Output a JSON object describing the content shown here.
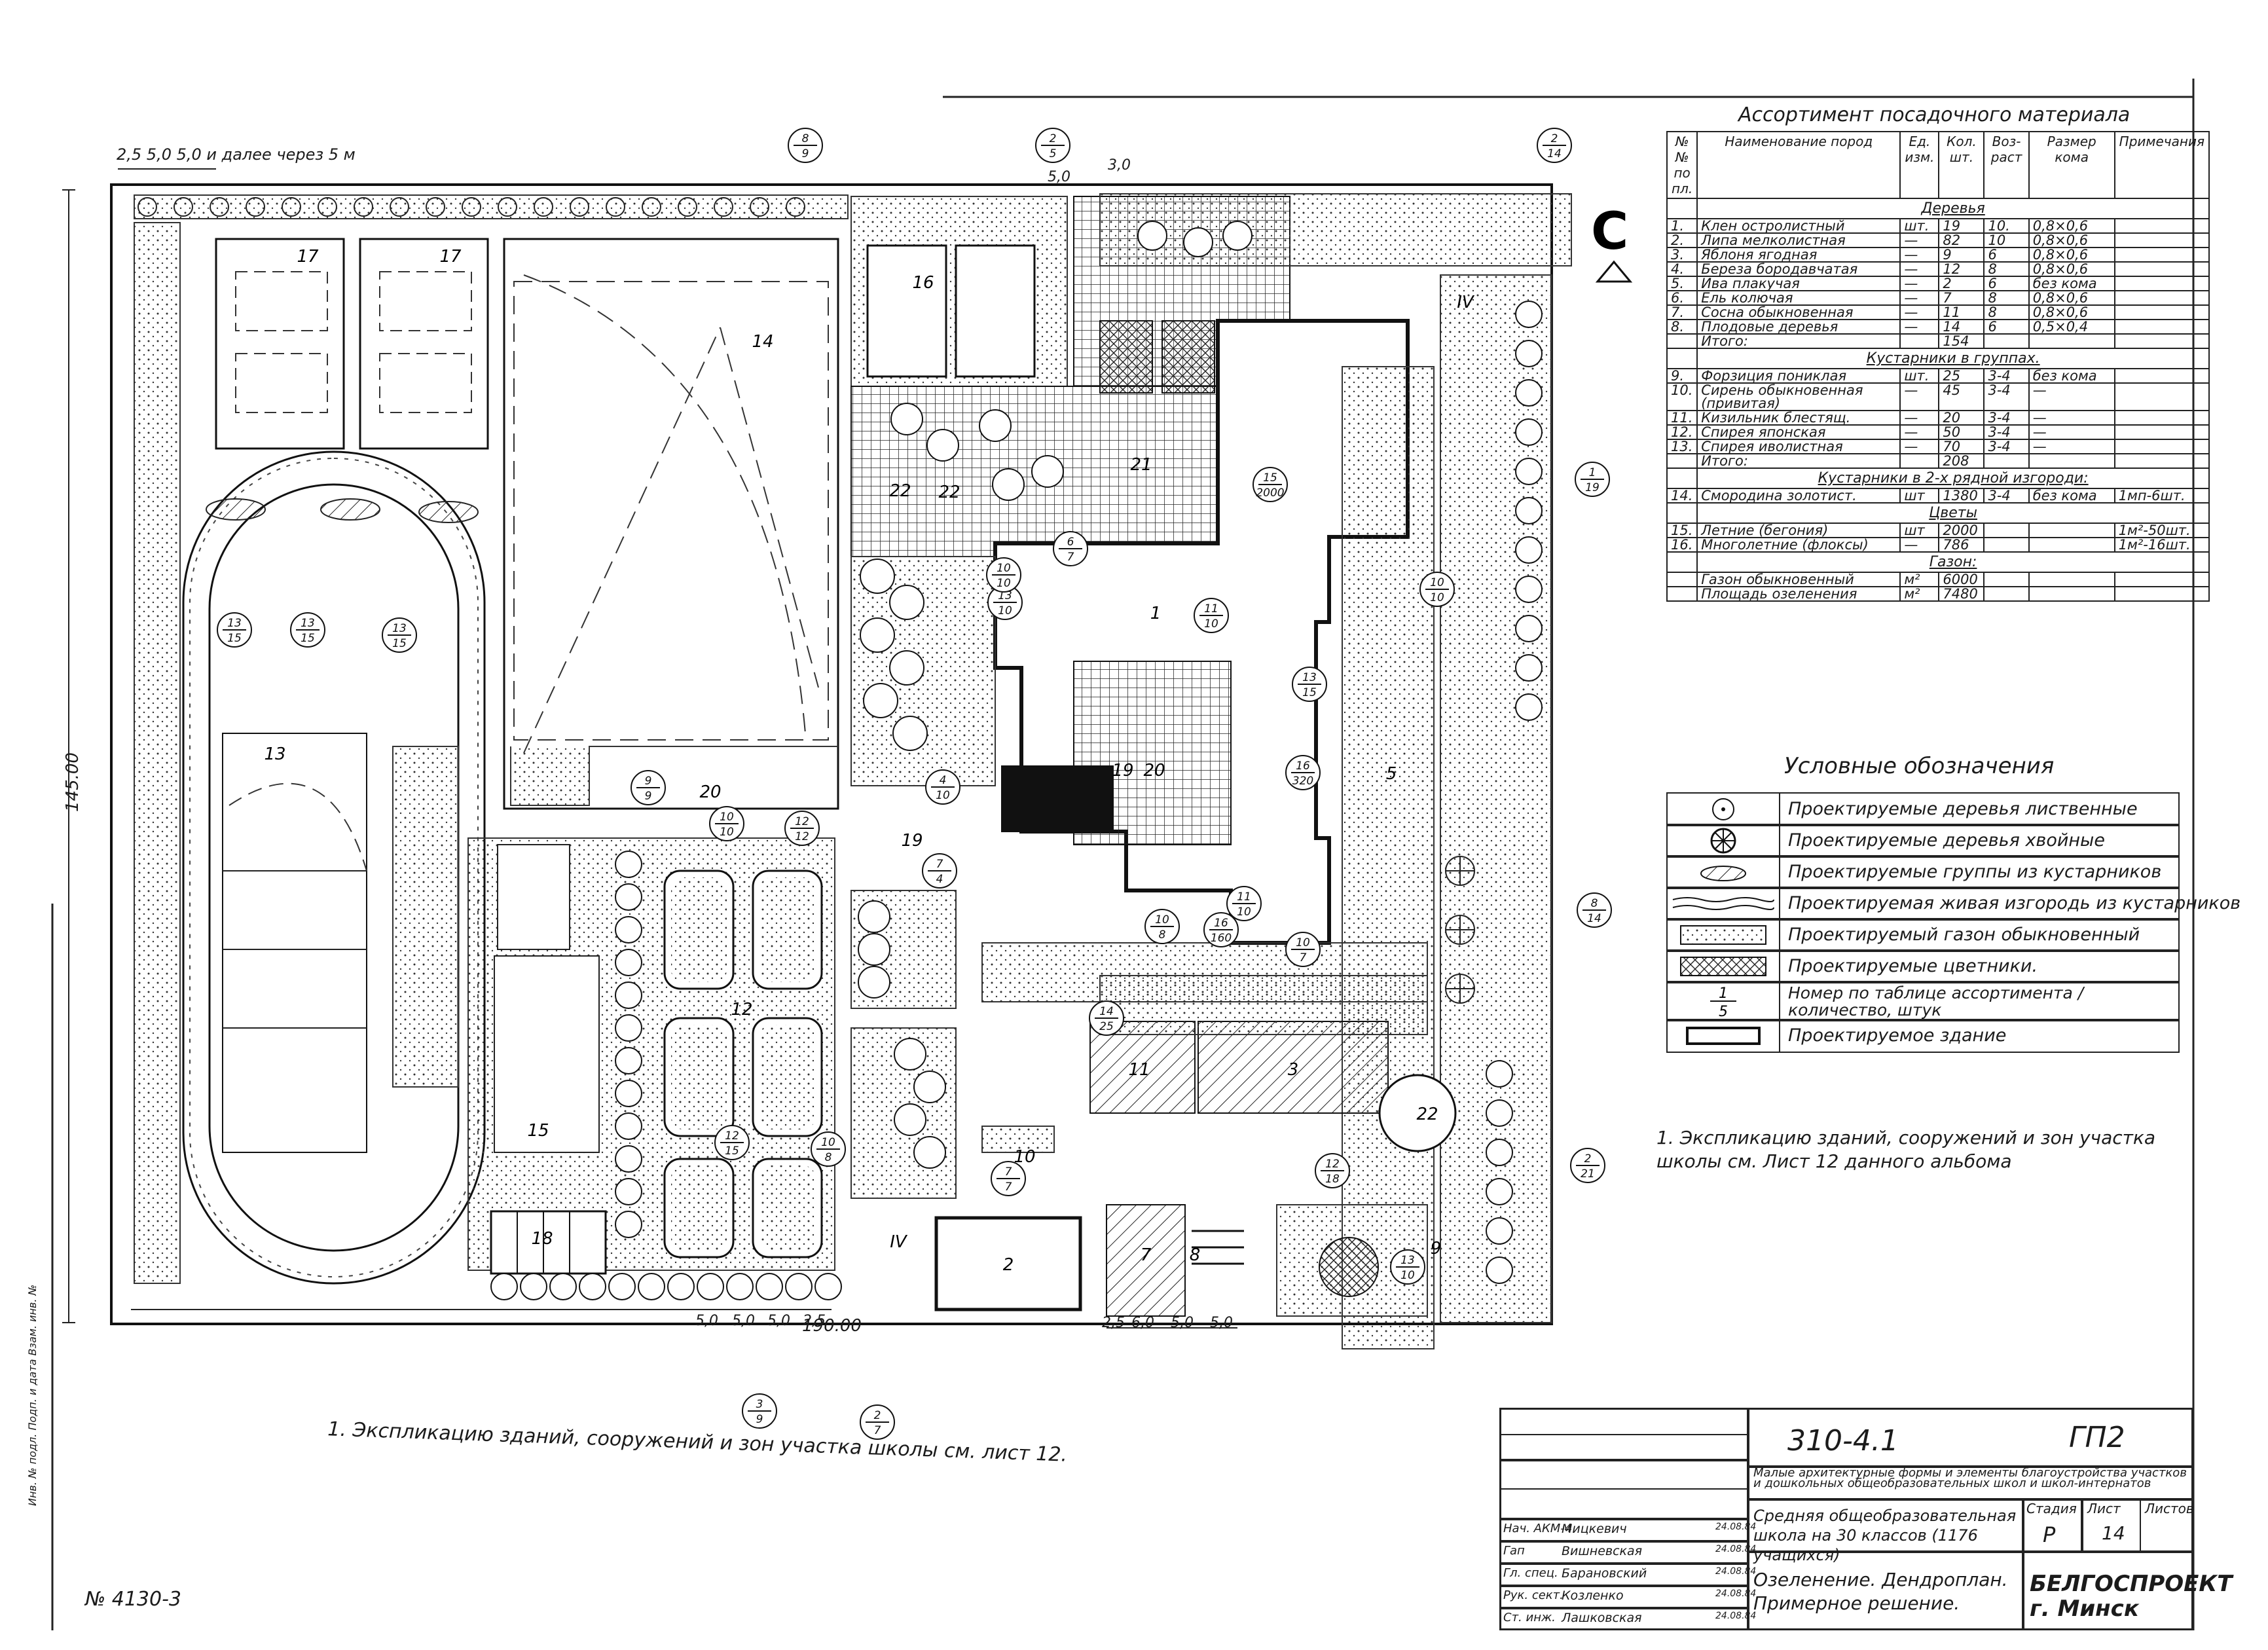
{
  "schedule": {
    "title": "Ассортимент посадочного материала",
    "headers": [
      "№№ по пл.",
      "Наименование пород",
      "Ед. изм.",
      "Кол. шт.",
      "Воз-раст",
      "Размер кома",
      "Примечания"
    ],
    "sections": [
      {
        "label": "Деревья",
        "rows": [
          {
            "n": "1.",
            "name": "Клен остролистный",
            "unit": "шт.",
            "qty": "19",
            "age": "10.",
            "size": "0,8×0,6",
            "note": ""
          },
          {
            "n": "2.",
            "name": "Липа мелколистная",
            "unit": "—",
            "qty": "82",
            "age": "10",
            "size": "0,8×0,6",
            "note": ""
          },
          {
            "n": "3.",
            "name": "Яблоня ягодная",
            "unit": "—",
            "qty": "9",
            "age": "6",
            "size": "0,8×0,6",
            "note": ""
          },
          {
            "n": "4.",
            "name": "Береза бородавчатая",
            "unit": "—",
            "qty": "12",
            "age": "8",
            "size": "0,8×0,6",
            "note": ""
          },
          {
            "n": "5.",
            "name": "Ива плакучая",
            "unit": "—",
            "qty": "2",
            "age": "6",
            "size": "без кома",
            "note": ""
          },
          {
            "n": "6.",
            "name": "Ель колючая",
            "unit": "—",
            "qty": "7",
            "age": "8",
            "size": "0,8×0,6",
            "note": ""
          },
          {
            "n": "7.",
            "name": "Сосна обыкновенная",
            "unit": "—",
            "qty": "11",
            "age": "8",
            "size": "0,8×0,6",
            "note": ""
          },
          {
            "n": "8.",
            "name": "Плодовые деревья",
            "unit": "—",
            "qty": "14",
            "age": "6",
            "size": "0,5×0,4",
            "note": ""
          },
          {
            "n": "",
            "name": "Итого:",
            "unit": "",
            "qty": "154",
            "age": "",
            "size": "",
            "note": ""
          }
        ]
      },
      {
        "label": "Кустарники в группах.",
        "rows": [
          {
            "n": "9.",
            "name": "Форзиция пониклая",
            "unit": "шт.",
            "qty": "25",
            "age": "3-4",
            "size": "без кома",
            "note": ""
          },
          {
            "n": "10.",
            "name": "Сирень обыкновенная (привитая)",
            "unit": "—",
            "qty": "45",
            "age": "3-4",
            "size": "—",
            "note": ""
          },
          {
            "n": "11.",
            "name": "Кизильник блестящ.",
            "unit": "—",
            "qty": "20",
            "age": "3-4",
            "size": "—",
            "note": ""
          },
          {
            "n": "12.",
            "name": "Спирея японская",
            "unit": "—",
            "qty": "50",
            "age": "3-4",
            "size": "—",
            "note": ""
          },
          {
            "n": "13.",
            "name": "Спирея иволистная",
            "unit": "—",
            "qty": "70",
            "age": "3-4",
            "size": "—",
            "note": ""
          },
          {
            "n": "",
            "name": "Итого:",
            "unit": "",
            "qty": "208",
            "age": "",
            "size": "",
            "note": ""
          }
        ]
      },
      {
        "label": "Кустарники в 2-х рядной изгороди:",
        "rows": [
          {
            "n": "14.",
            "name": "Смородина золотист.",
            "unit": "шт",
            "qty": "1380",
            "age": "3-4",
            "size": "без кома",
            "note": "1мп-6шт."
          }
        ]
      },
      {
        "label": "Цветы",
        "rows": [
          {
            "n": "15.",
            "name": "Летние (бегония)",
            "unit": "шт",
            "qty": "2000",
            "age": "",
            "size": "",
            "note": "1м²-50шт."
          },
          {
            "n": "16.",
            "name": "Многолетние (флоксы)",
            "unit": "—",
            "qty": "786",
            "age": "",
            "size": "",
            "note": "1м²-16шт."
          }
        ]
      },
      {
        "label": "Газон:",
        "rows": [
          {
            "n": "",
            "name": "Газон обыкновенный",
            "unit": "м²",
            "qty": "6000",
            "age": "",
            "size": "",
            "note": ""
          },
          {
            "n": "",
            "name": "Площадь озеленения",
            "unit": "м²",
            "qty": "7480",
            "age": "",
            "size": "",
            "note": ""
          }
        ]
      }
    ]
  },
  "legend": {
    "title": "Условные обозначения",
    "items": [
      "Проектируемые деревья лиственные",
      "Проектируемые деревья хвойные",
      "Проектируемые группы из кустарников",
      "Проектируемая живая изгородь из кустарников",
      "Проектируемый газон обыкновенный",
      "Проектируемые цветники.",
      "Номер по таблице ассортимента / количество, штук",
      "Проектируемое здание"
    ],
    "fraction": {
      "top": "1",
      "bottom": "5"
    }
  },
  "notes": {
    "legend_note": "1. Экспликацию зданий, сооружений и зон участка школы см. Лист 12 данного альбома",
    "plan_note": "1. Экспликацию зданий, сооружений и зон участка школы см. лист 12."
  },
  "plan": {
    "top_dims": "2,5  5,0  5,0  и далее через 5 м",
    "left_dim": "145.00",
    "bottom_dim": "190.00",
    "bottom_dims_left": [
      "5,0",
      "5,0",
      "5,0",
      "2,5"
    ],
    "bottom_dims_right": [
      "2,5",
      "6,0",
      "5,0",
      "5,0"
    ],
    "top_dim_30": "3,0",
    "top_dim_50": "5,0",
    "zone_labels": [
      "17",
      "17",
      "14",
      "16",
      "13",
      "20",
      "12",
      "15",
      "18",
      "19",
      "1",
      "19",
      "20",
      "21",
      "22",
      "IV",
      "IV",
      "2",
      "3",
      "7",
      "8",
      "9",
      "10",
      "11",
      "5",
      "22",
      "22"
    ],
    "callouts": [
      {
        "top": "8",
        "bottom": "9"
      },
      {
        "top": "2",
        "bottom": "5"
      },
      {
        "top": "2",
        "bottom": "14"
      },
      {
        "top": "1",
        "bottom": "19"
      },
      {
        "top": "13",
        "bottom": "15"
      },
      {
        "top": "13",
        "bottom": "15"
      },
      {
        "top": "13",
        "bottom": "15"
      },
      {
        "top": "13",
        "bottom": "10"
      },
      {
        "top": "15",
        "bottom": "2000"
      },
      {
        "top": "6",
        "bottom": "7"
      },
      {
        "top": "10",
        "bottom": "10"
      },
      {
        "top": "11",
        "bottom": "10"
      },
      {
        "top": "13",
        "bottom": "15"
      },
      {
        "top": "16",
        "bottom": "320"
      },
      {
        "top": "4",
        "bottom": "10"
      },
      {
        "top": "9",
        "bottom": "9"
      },
      {
        "top": "10",
        "bottom": "10"
      },
      {
        "top": "12",
        "bottom": "12"
      },
      {
        "top": "7",
        "bottom": "4"
      },
      {
        "top": "11",
        "bottom": "10"
      },
      {
        "top": "10",
        "bottom": "8"
      },
      {
        "top": "16",
        "bottom": "160"
      },
      {
        "top": "10",
        "bottom": "7"
      },
      {
        "top": "8",
        "bottom": "14"
      },
      {
        "top": "14",
        "bottom": "25"
      },
      {
        "top": "12",
        "bottom": "15"
      },
      {
        "top": "10",
        "bottom": "8"
      },
      {
        "top": "7",
        "bottom": "7"
      },
      {
        "top": "12",
        "bottom": "18"
      },
      {
        "top": "13",
        "bottom": "10"
      },
      {
        "top": "2",
        "bottom": "21"
      },
      {
        "top": "3",
        "bottom": "9"
      },
      {
        "top": "2",
        "bottom": "7"
      },
      {
        "top": "10",
        "bottom": "10"
      }
    ],
    "letter_c": "С"
  },
  "title_block": {
    "code": "310-4.1",
    "sheet_code": "ГП2",
    "album_title": "Малые архитектурные формы и элементы благоустройства участков и дошкольных общеобразовательных школ и школ-интернатов",
    "project": "Средняя общеобразовательная школа на 30 классов (1176 учащихся)",
    "drawing": "Озеленение. Дендроплан. Примерное решение.",
    "org": "БЕЛГОСПРОЕКТ г. Минск",
    "stage_label": "Стадия",
    "sheet_label": "Лист",
    "sheets_label": "Листов",
    "stage": "Р",
    "sheet": "14",
    "staff": [
      {
        "role": "Нач. АКМ-4",
        "name": "Мицкевич",
        "date": "24.08.84"
      },
      {
        "role": "Гап",
        "name": "Вишневская",
        "date": "24.08.84"
      },
      {
        "role": "Гл. спец.",
        "name": "Барановский",
        "date": "24.08.84"
      },
      {
        "role": "Рук. сект.",
        "name": "Козленко",
        "date": "24.08.84"
      },
      {
        "role": "Ст. инж.",
        "name": "Лашковская",
        "date": "24.08.84"
      }
    ]
  },
  "margin": {
    "inv_number": "№ 4130-3",
    "side_stamp": "Инв. № подл. Подп. и дата Взам. инв. №"
  }
}
